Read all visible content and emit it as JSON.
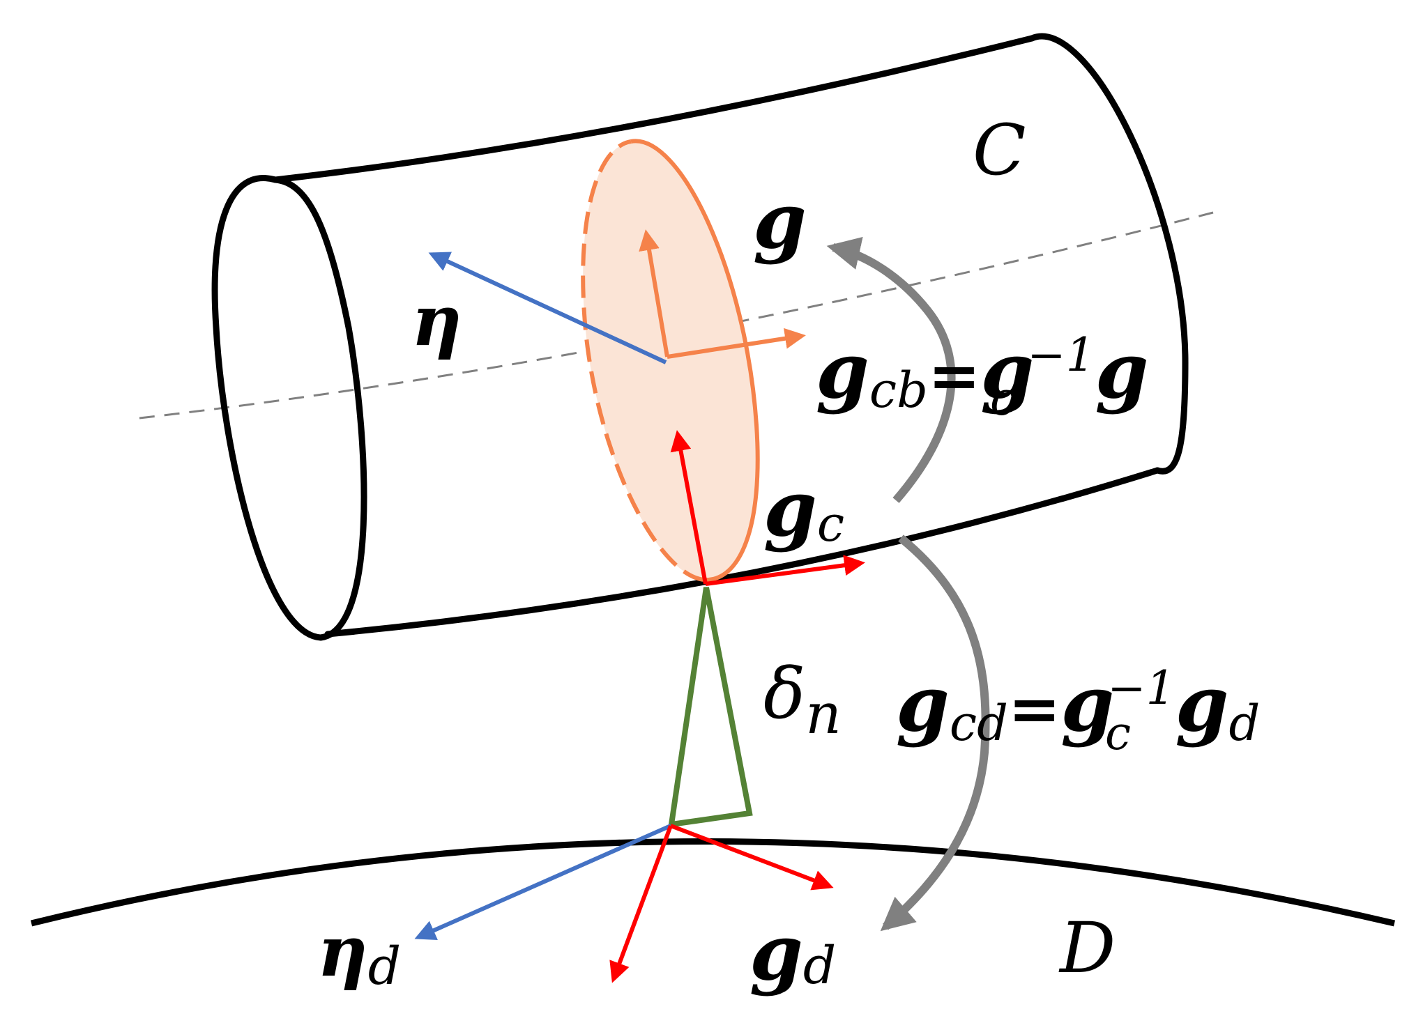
{
  "labels": {
    "C": "C",
    "D": "D",
    "g": "g",
    "eta": "η",
    "gc_base": "g",
    "gc_sub": "c",
    "gcb_base": "g",
    "gcb_sub": "cb",
    "gcb_eq": "=",
    "gcb_rhs_g": "g",
    "gcb_rhs_sub": "c",
    "gcb_rhs_sup": "−1",
    "gcb_rhs_g2": "g",
    "gcd_base": "g",
    "gcd_sub": "cd",
    "gcd_eq": "=",
    "gcd_rhs_g": "g",
    "gcd_rhs_sub": "c",
    "gcd_rhs_sup": "−1",
    "gcd_rhs_g2": "g",
    "gcd_rhs_sub2": "d",
    "delta_base": "δ",
    "delta_sub": "n",
    "etad_base": "η",
    "etad_sub": "d",
    "gd_base": "g",
    "gd_sub": "d"
  },
  "colors": {
    "outline": "#000000",
    "frame_red": "#ff0000",
    "frame_orange": "#f5824a",
    "disc_fill": "#fbe4d6",
    "eta_blue": "#4472c4",
    "delta_green": "#548235",
    "arc_gray": "#808080",
    "axis_dash": "#808080"
  },
  "icons": {
    "transform_arrow_top": "curved-arrow-icon",
    "transform_arrow_bottom": "curved-arrow-icon"
  }
}
